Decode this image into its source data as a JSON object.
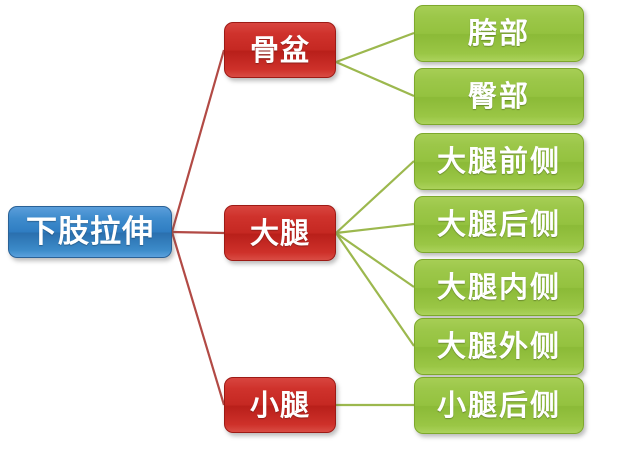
{
  "diagram": {
    "type": "mind-map",
    "title": "下肢拉伸",
    "orientation": "left-to-right",
    "background_color": "#ffffff",
    "colors": {
      "root_fill": "#2f7dc2",
      "root_border": "#2a6196",
      "branch_fill": "#c52822",
      "branch_border": "#9d1a15",
      "leaf_fill": "#94c23f",
      "leaf_border": "#7da82c",
      "edge_root_to_branch": "#b24a45",
      "edge_branch_to_leaf": "#9cb84e",
      "node_text": "#ffffff"
    }
  },
  "root": {
    "label": "下肢拉伸"
  },
  "branches": [
    {
      "label": "骨盆"
    },
    {
      "label": "大腿"
    },
    {
      "label": "小腿"
    }
  ],
  "leaves": [
    {
      "label": "胯部",
      "parent": "骨盆"
    },
    {
      "label": "臀部",
      "parent": "骨盆"
    },
    {
      "label": "大腿前侧",
      "parent": "大腿"
    },
    {
      "label": "大腿后侧",
      "parent": "大腿"
    },
    {
      "label": "大腿内侧",
      "parent": "大腿"
    },
    {
      "label": "大腿外侧",
      "parent": "大腿"
    },
    {
      "label": "小腿后侧",
      "parent": "小腿"
    }
  ]
}
